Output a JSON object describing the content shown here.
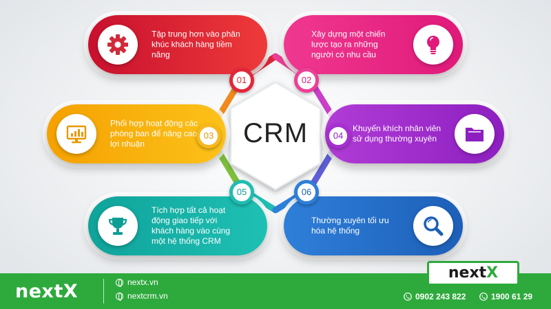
{
  "center": {
    "label": "CRM"
  },
  "items": [
    {
      "num": "01",
      "text": "Tập trung hơn vào phân khúc khách hàng tiềm năng",
      "icon": "gear-icon",
      "color": "#e3263a"
    },
    {
      "num": "02",
      "text": "Xây dựng một chiến lược tạo ra những người có nhu cầu",
      "icon": "lightbulb-icon",
      "color": "#ee3f98"
    },
    {
      "num": "03",
      "text": "Phối hợp hoạt động các phòng ban để nâng cao lợi nhuận",
      "icon": "monitor-chart-icon",
      "color": "#f8b81c"
    },
    {
      "num": "04",
      "text": "Khuyến khích nhân viên sử dụng thường xuyên",
      "icon": "folder-icon",
      "color": "#a72fd1"
    },
    {
      "num": "05",
      "text": "Tích hợp tất cả hoạt động giao tiếp với khách hàng vào cùng một hệ thống CRM",
      "icon": "trophy-icon",
      "color": "#1fbdb2"
    },
    {
      "num": "06",
      "text": "Thường xuyên tối ưu hóa hệ thống",
      "icon": "magnifier-icon",
      "color": "#2e7fd9"
    }
  ],
  "footer": {
    "brand": "nextX",
    "links": [
      "nextx.vn",
      "nextcrm.vn"
    ],
    "phones": [
      "0902 243 822",
      "1900 61 29"
    ],
    "color": "#2eaa3c"
  },
  "logo": {
    "prefix": "next",
    "suffix": "X"
  }
}
